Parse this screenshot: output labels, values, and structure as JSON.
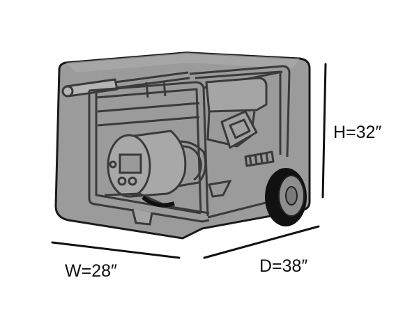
{
  "product": {
    "subject": "portable generator under a fitted cover",
    "colors": {
      "cover_fill": "#9a9a9a",
      "cover_top": "#a6a6a6",
      "outline": "#1a1a1a",
      "generator_line": "#3a3a3a",
      "tire": "#111111",
      "hub": "#8c8c8c"
    }
  },
  "dimensions": {
    "height": "H=32″",
    "width": "W=28″",
    "depth": "D=38″"
  }
}
